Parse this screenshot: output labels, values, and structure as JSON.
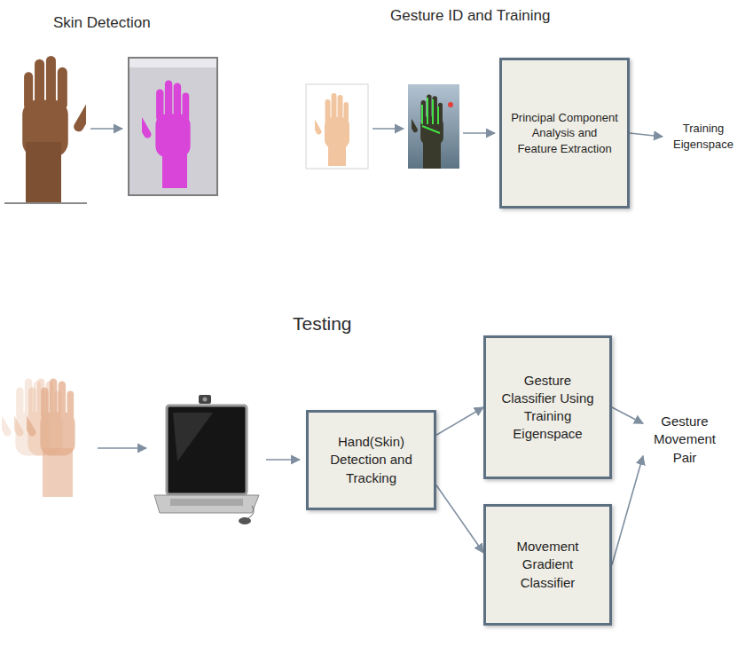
{
  "diagram": {
    "nodes": [
      {
        "text": [
          "Principal Component Analysis and Feature Extraction"
        ]
      },
      {
        "text": [
          "Training Eigenspace"
        ]
      },
      {
        "text": [
          "Hand(Skin) Detection and Tracking"
        ]
      },
      {
        "text": [
          "Gesture Classifier Using Training Eigenspace"
        ]
      },
      {
        "text": [
          "Movement Gradient Classifier"
        ]
      },
      {
        "text": [
          "Gesture Movement Pair"
        ]
      }
    ],
    "edges": [
      {
        "from": 0,
        "to": 1,
        "arrow": "to"
      },
      {
        "from": 2,
        "to": 3,
        "arrow": "to"
      },
      {
        "from": 2,
        "to": 4,
        "arrow": "to"
      },
      {
        "from": 3,
        "to": 5,
        "arrow": "to"
      },
      {
        "from": 4,
        "to": 5,
        "arrow": "to"
      }
    ],
    "labels": [
      "Skin Detection",
      "Gesture ID and Training",
      "Testing"
    ]
  }
}
